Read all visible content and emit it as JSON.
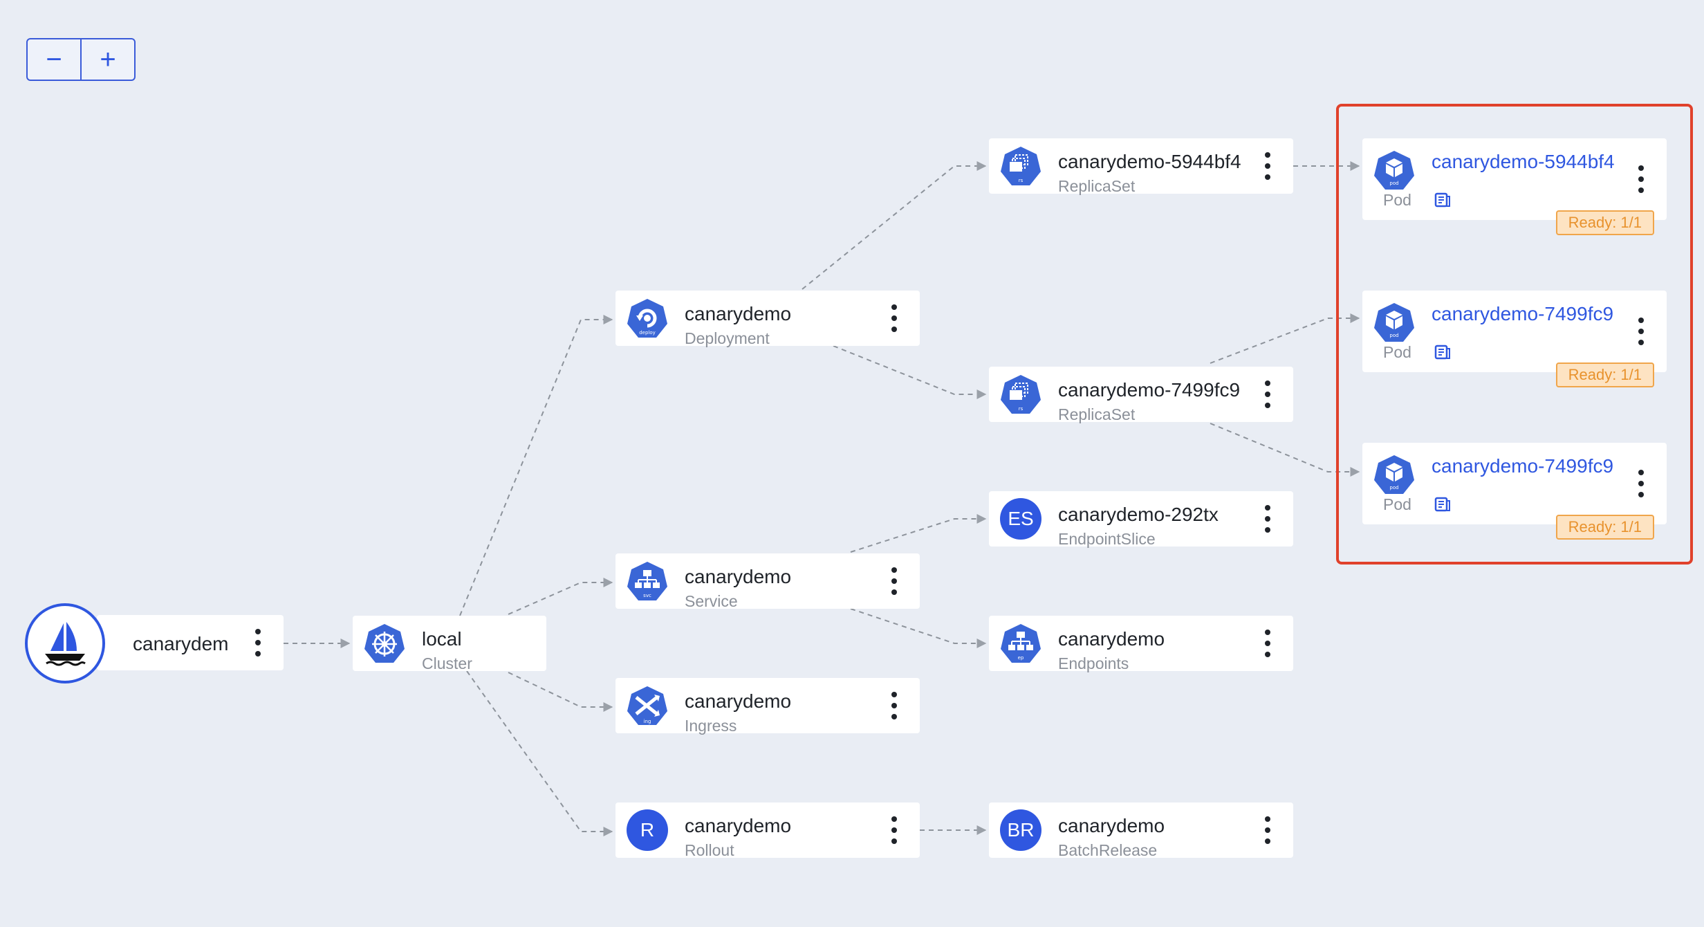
{
  "zoom": {
    "minus": "−",
    "plus": "+"
  },
  "root": {
    "title": "canarydem"
  },
  "cluster": {
    "title": "local",
    "kind": "Cluster"
  },
  "deployment": {
    "title": "canarydemo",
    "kind": "Deployment"
  },
  "service": {
    "title": "canarydemo",
    "kind": "Service"
  },
  "ingress": {
    "title": "canarydemo",
    "kind": "Ingress"
  },
  "rollout": {
    "title": "canarydemo",
    "kind": "Rollout",
    "badge": "R"
  },
  "rs1": {
    "title": "canarydemo-5944bf4",
    "kind": "ReplicaSet"
  },
  "rs2": {
    "title": "canarydemo-7499fc9",
    "kind": "ReplicaSet"
  },
  "endpointslice": {
    "title": "canarydemo-292tx",
    "kind": "EndpointSlice",
    "badge": "ES"
  },
  "endpoints": {
    "title": "canarydemo",
    "kind": "Endpoints"
  },
  "batchrelease": {
    "title": "canarydemo",
    "kind": "BatchRelease",
    "badge": "BR"
  },
  "pods": [
    {
      "title": "canarydemo-5944bf4",
      "kind": "Pod",
      "status": "Ready: 1/1"
    },
    {
      "title": "canarydemo-7499fc9",
      "kind": "Pod",
      "status": "Ready: 1/1"
    },
    {
      "title": "canarydemo-7499fc9",
      "kind": "Pod",
      "status": "Ready: 1/1"
    }
  ],
  "icons": {
    "cluster": "kubernetes-wheel-icon",
    "deployment": "deploy-icon",
    "service": "svc-icon",
    "ingress": "ing-icon",
    "replicaset": "rs-icon",
    "endpoints": "ep-icon",
    "pod": "pod-icon",
    "logs": "logs-icon",
    "root": "sailboat-icon"
  },
  "colors": {
    "accent": "#2f57e0",
    "highlight": "#e0412b",
    "ready_bg": "#fde3c2",
    "ready_text": "#e8922d"
  }
}
